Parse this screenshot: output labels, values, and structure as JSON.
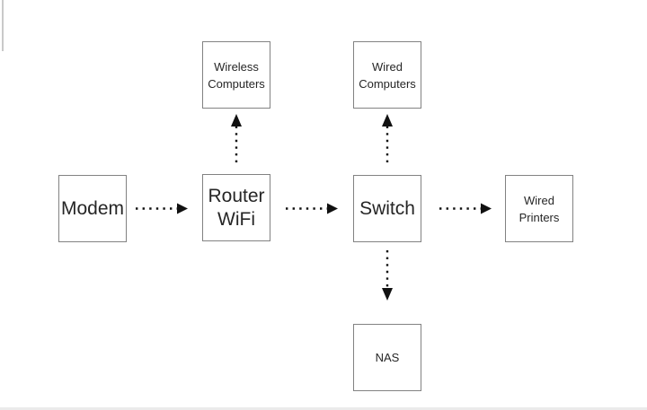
{
  "diagram": {
    "type": "network-topology",
    "background_color": "#ffffff",
    "colors": {
      "node_border": "#828282",
      "node_fill": "#ffffff",
      "text": "#262626",
      "arrow": "#111111",
      "page_left_edge": "#c9c9c9",
      "page_bottom_edge": "#ebebeb"
    },
    "nodes": {
      "modem": {
        "label": "Modem"
      },
      "router_wifi": {
        "line1": "Router",
        "line2": "WiFi"
      },
      "switch": {
        "label": "Switch"
      },
      "wireless_computers": {
        "line1": "Wireless",
        "line2": "Computers"
      },
      "wired_computers": {
        "line1": "Wired",
        "line2": "Computers"
      },
      "wired_printers": {
        "line1": "Wired",
        "line2": "Printers"
      },
      "nas": {
        "label": "NAS"
      }
    },
    "connections": [
      {
        "from": "modem",
        "to": "router_wifi",
        "style": "dotted",
        "arrowhead": "solid-triangle",
        "direction": "right"
      },
      {
        "from": "router_wifi",
        "to": "wireless_computers",
        "style": "dotted",
        "arrowhead": "solid-triangle",
        "direction": "up"
      },
      {
        "from": "router_wifi",
        "to": "switch",
        "style": "dotted",
        "arrowhead": "solid-triangle",
        "direction": "right"
      },
      {
        "from": "switch",
        "to": "wired_computers",
        "style": "dotted",
        "arrowhead": "solid-triangle",
        "direction": "up"
      },
      {
        "from": "switch",
        "to": "wired_printers",
        "style": "dotted",
        "arrowhead": "solid-triangle",
        "direction": "right"
      },
      {
        "from": "switch",
        "to": "nas",
        "style": "dotted",
        "arrowhead": "solid-triangle",
        "direction": "down"
      }
    ]
  }
}
